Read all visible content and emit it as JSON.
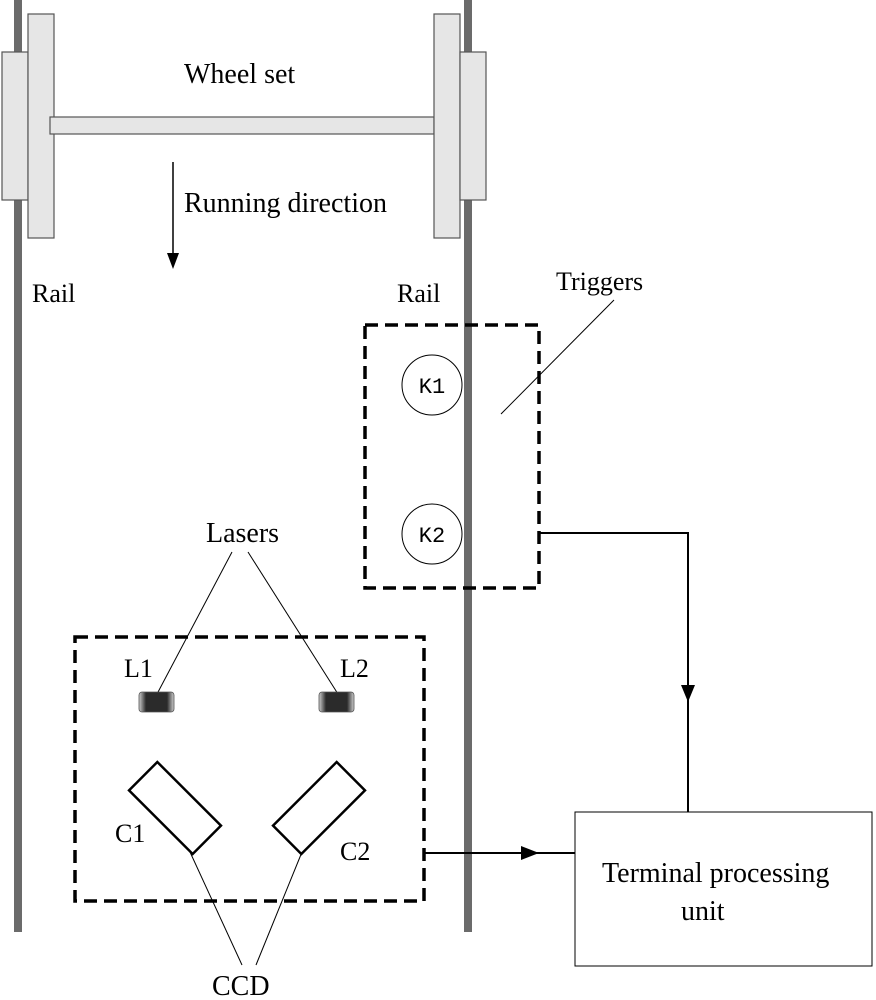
{
  "labels": {
    "wheel_set": "Wheel set",
    "running_direction": "Running direction",
    "rail_left": "Rail",
    "rail_right": "Rail",
    "triggers": "Triggers",
    "k1": "K1",
    "k2": "K2",
    "lasers": "Lasers",
    "l1": "L1",
    "l2": "L2",
    "c1": "C1",
    "c2": "C2",
    "ccd": "CCD",
    "terminal_line1": "Terminal processing",
    "terminal_line2": "unit"
  },
  "colors": {
    "rail": "#6b6b6b",
    "wheel_fill": "#e6e6e6",
    "stroke": "#000000",
    "laser": "#2b2b2b"
  }
}
